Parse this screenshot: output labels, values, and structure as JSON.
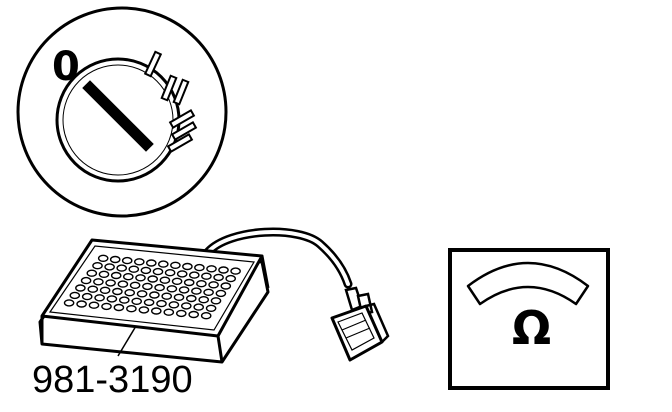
{
  "ignition_switch": {
    "position_label": "0"
  },
  "tester": {
    "part_number": "981-3190"
  },
  "ohmmeter": {
    "symbol": "Ω"
  },
  "colors": {
    "ink": "#000000",
    "paper": "#ffffff"
  }
}
